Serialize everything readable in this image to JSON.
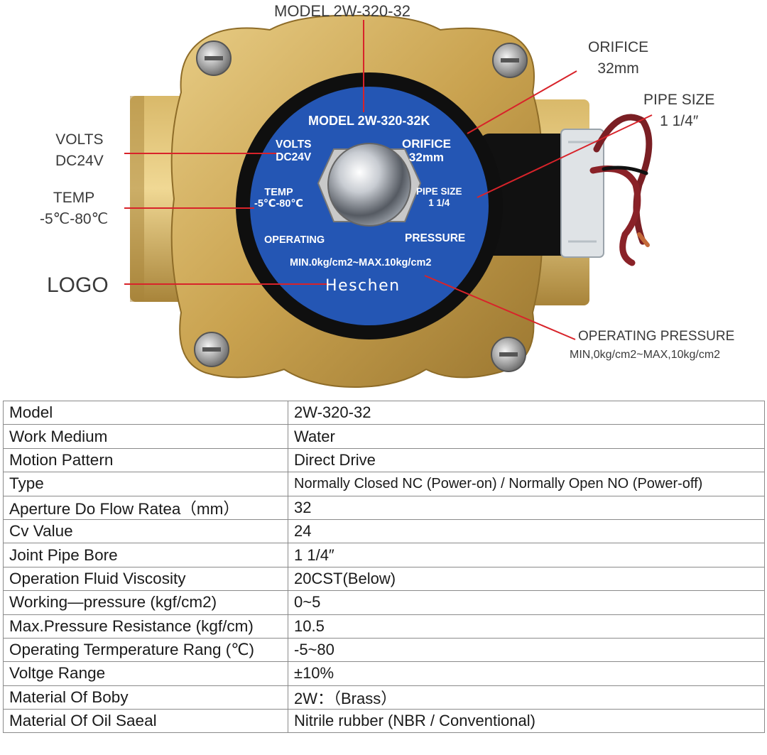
{
  "callouts": {
    "model": "MODEL 2W-320-32",
    "orifice_title": "ORIFICE",
    "orifice_value": "32mm",
    "pipe_size_title": "PIPE SIZE",
    "pipe_size_value": "1 1/4″",
    "volts_title": "VOLTS",
    "volts_value": "DC24V",
    "temp_title": "TEMP",
    "temp_value": "-5℃-80℃",
    "logo": "LOGO",
    "operating_pressure_title": "OPERATING PRESSURE",
    "operating_pressure_value": "MIN,0kg/cm2~MAX,10kg/cm2"
  },
  "label_plate": {
    "model": "MODEL  2W-320-32K",
    "volts": "VOLTS",
    "volts_value": "DC24V",
    "orifice": "ORIFICE",
    "orifice_value": "32mm",
    "temp": "TEMP",
    "temp_value": "-5℃-80℃",
    "pipe_size": "PIPE SIZE",
    "pipe_size_value": "1 1/4",
    "operating": "OPERATING",
    "pressure": "PRESSURE",
    "pressure_range": "MIN.0kg/cm2~MAX.10kg/cm2",
    "brand": "Heschen"
  },
  "colors": {
    "brass": "#c9a24f",
    "plate_blue": "#2456b4",
    "callout_line": "#d8232a"
  },
  "specs": [
    {
      "label": "Model",
      "value": "2W-320-32"
    },
    {
      "label": "Work Medium",
      "value": "Water"
    },
    {
      "label": "Motion Pattern",
      "value": "Direct Drive"
    },
    {
      "label": "Type",
      "value": "Normally Closed NC (Power-on) / Normally Open NO (Power-off)"
    },
    {
      "label": "Aperture Do Flow Ratea（mm）",
      "value": "32"
    },
    {
      "label": "Cv Value",
      "value": "24"
    },
    {
      "label": "Joint Pipe Bore",
      "value": "1 1/4″"
    },
    {
      "label": "Operation Fluid Viscosity",
      "value": "20CST(Below)"
    },
    {
      "label": "Working—pressure (kgf/cm2)",
      "value": "0~5"
    },
    {
      "label": "Max.Pressure Resistance (kgf/cm)",
      "value": "10.5"
    },
    {
      "label": "Operating Termperature Rang (℃)",
      "value": "-5~80"
    },
    {
      "label": "Voltge Range",
      "value": "±10%"
    },
    {
      "label": "Material Of Boby",
      "value": "2W：（Brass）"
    },
    {
      "label": "Material Of Oil Saeal",
      "value": "Nitrile rubber (NBR / Conventional)"
    }
  ]
}
